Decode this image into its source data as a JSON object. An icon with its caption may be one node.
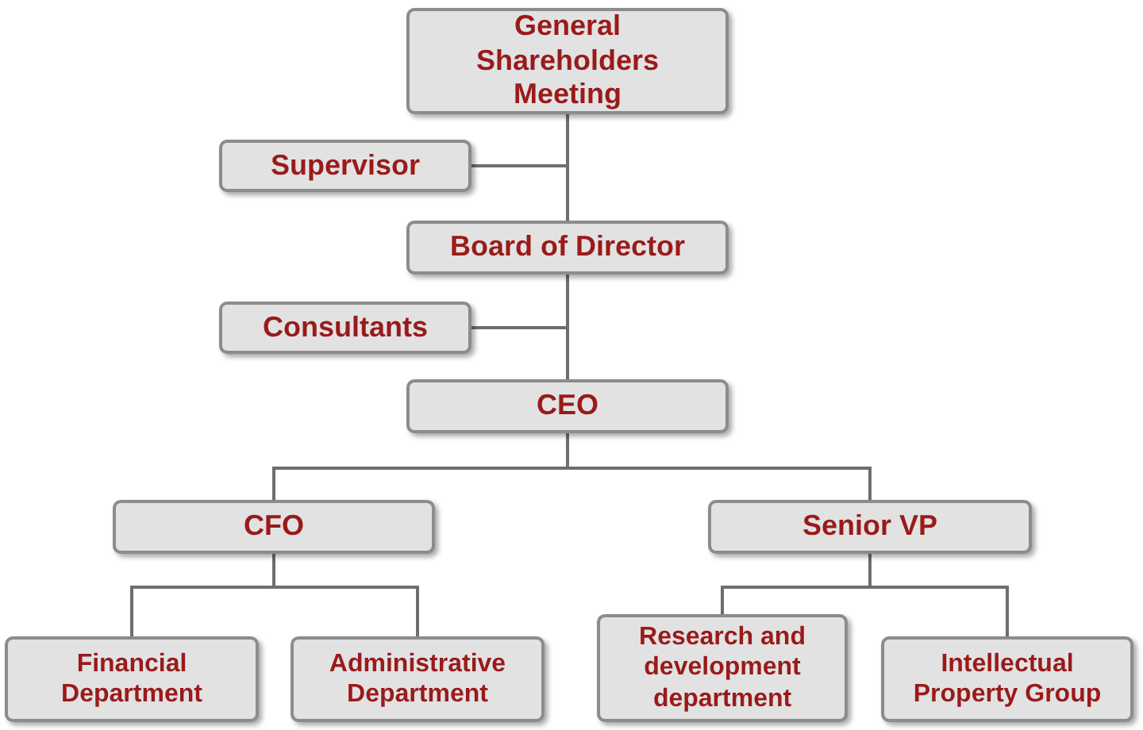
{
  "diagram": {
    "nodes": [
      {
        "text": [
          "General Shareholders Meeting"
        ]
      },
      {
        "text": [
          "Supervisor"
        ]
      },
      {
        "text": [
          "Board of Director"
        ]
      },
      {
        "text": [
          "Consultants"
        ]
      },
      {
        "text": [
          "CEO"
        ]
      },
      {
        "text": [
          "CFO"
        ]
      },
      {
        "text": [
          "Senior VP"
        ]
      },
      {
        "text": [
          "Financial Department"
        ]
      },
      {
        "text": [
          "Administrative Department"
        ]
      },
      {
        "text": [
          "Research and development department"
        ]
      },
      {
        "text": [
          "Intellectual Property Group"
        ]
      }
    ],
    "edges": [
      {
        "from": 0,
        "to": 2,
        "arrow": "none"
      },
      {
        "from": 1,
        "to": 0,
        "arrow": "none"
      },
      {
        "from": 2,
        "to": 4,
        "arrow": "none"
      },
      {
        "from": 3,
        "to": 2,
        "arrow": "none"
      },
      {
        "from": 4,
        "to": 5,
        "arrow": "none"
      },
      {
        "from": 4,
        "to": 6,
        "arrow": "none"
      },
      {
        "from": 5,
        "to": 7,
        "arrow": "none"
      },
      {
        "from": 5,
        "to": 8,
        "arrow": "none"
      },
      {
        "from": 6,
        "to": 9,
        "arrow": "none"
      },
      {
        "from": 6,
        "to": 10,
        "arrow": "none"
      }
    ]
  }
}
